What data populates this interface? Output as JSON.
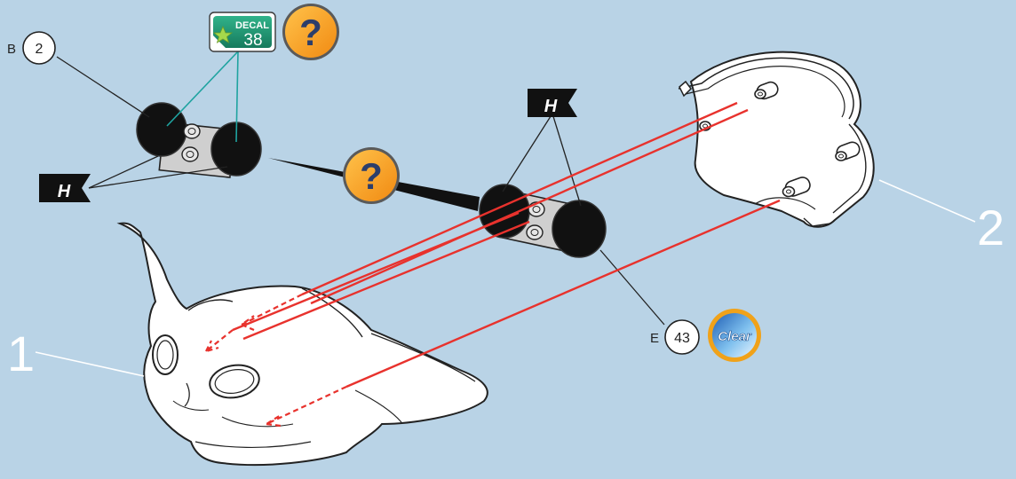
{
  "colors": {
    "background": "#b9d3e6",
    "accent_red": "#e8322d",
    "part_black": "#111111",
    "part_white": "#ffffff",
    "leader_teal": "#1fa3a0",
    "help_orange": "#f6a623",
    "clear_blue": "#2a78c8"
  },
  "callouts": {
    "b": {
      "letter": "B",
      "number": "2"
    },
    "e": {
      "letter": "E",
      "number": "43"
    }
  },
  "decal": {
    "label": "DECAL",
    "number": "38"
  },
  "help_badges": {
    "symbol": "?"
  },
  "clear_badge": {
    "label": "Clear"
  },
  "flag_labels": {
    "h": "H"
  },
  "step_numbers": {
    "one": "1",
    "two": "2"
  }
}
